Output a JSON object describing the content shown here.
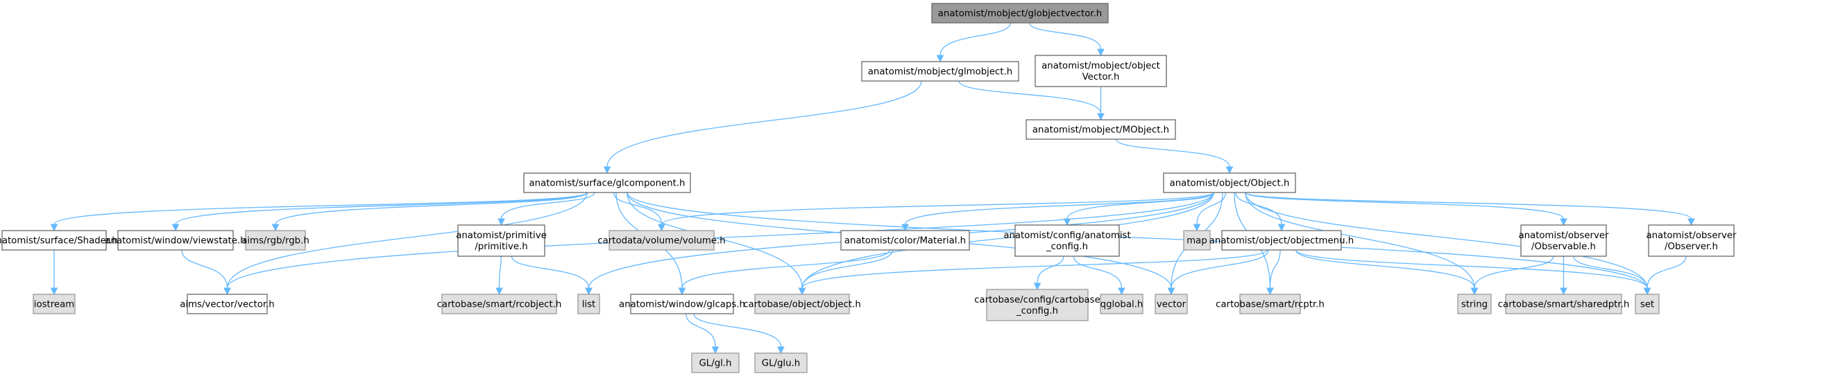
{
  "colors": {
    "root_fill": "#999999",
    "root_stroke": "#666666",
    "documented_fill": "#ffffff",
    "documented_stroke": "#666666",
    "external_fill": "#e0e0e0",
    "external_stroke": "#999999",
    "edge": "#63b8ff"
  },
  "nodes": [
    {
      "id": "n0",
      "lines": [
        "anatomist/mobject/globjectvector.h"
      ],
      "kind": "root"
    },
    {
      "id": "n1",
      "lines": [
        "anatomist/mobject/glmobject.h"
      ],
      "kind": "documented"
    },
    {
      "id": "n2",
      "lines": [
        "anatomist/mobject/object",
        "Vector.h"
      ],
      "kind": "documented"
    },
    {
      "id": "n3",
      "lines": [
        "anatomist/mobject/MObject.h"
      ],
      "kind": "documented"
    },
    {
      "id": "n4",
      "lines": [
        "anatomist/surface/glcomponent.h"
      ],
      "kind": "documented"
    },
    {
      "id": "n5",
      "lines": [
        "anatomist/object/Object.h"
      ],
      "kind": "documented"
    },
    {
      "id": "n6",
      "lines": [
        "anatomist/surface/Shader.h"
      ],
      "kind": "documented"
    },
    {
      "id": "n7",
      "lines": [
        "anatomist/window/viewstate.h"
      ],
      "kind": "documented"
    },
    {
      "id": "n8",
      "lines": [
        "aims/rgb/rgb.h"
      ],
      "kind": "external"
    },
    {
      "id": "n9",
      "lines": [
        "anatomist/primitive",
        "/primitive.h"
      ],
      "kind": "documented"
    },
    {
      "id": "n10",
      "lines": [
        "cartodata/volume/volume.h"
      ],
      "kind": "external"
    },
    {
      "id": "n11",
      "lines": [
        "anatomist/color/Material.h"
      ],
      "kind": "documented"
    },
    {
      "id": "n12",
      "lines": [
        "anatomist/config/anatomist",
        "_config.h"
      ],
      "kind": "documented"
    },
    {
      "id": "n13",
      "lines": [
        "map"
      ],
      "kind": "external"
    },
    {
      "id": "n14",
      "lines": [
        "anatomist/object/objectmenu.h"
      ],
      "kind": "documented"
    },
    {
      "id": "n15",
      "lines": [
        "anatomist/observer",
        "/Observable.h"
      ],
      "kind": "documented"
    },
    {
      "id": "n16",
      "lines": [
        "anatomist/observer",
        "/Observer.h"
      ],
      "kind": "documented"
    },
    {
      "id": "n17",
      "lines": [
        "iostream"
      ],
      "kind": "external"
    },
    {
      "id": "n18",
      "lines": [
        "aims/vector/vector.h"
      ],
      "kind": "documented"
    },
    {
      "id": "n19",
      "lines": [
        "cartobase/smart/rcobject.h"
      ],
      "kind": "external"
    },
    {
      "id": "n20",
      "lines": [
        "list"
      ],
      "kind": "external"
    },
    {
      "id": "n21",
      "lines": [
        "anatomist/window/glcaps.h"
      ],
      "kind": "documented"
    },
    {
      "id": "n22",
      "lines": [
        "cartobase/object/object.h"
      ],
      "kind": "external"
    },
    {
      "id": "n23",
      "lines": [
        "cartobase/config/cartobase",
        "_config.h"
      ],
      "kind": "external"
    },
    {
      "id": "n24",
      "lines": [
        "qglobal.h"
      ],
      "kind": "external"
    },
    {
      "id": "n25",
      "lines": [
        "vector"
      ],
      "kind": "external"
    },
    {
      "id": "n26",
      "lines": [
        "cartobase/smart/rcptr.h"
      ],
      "kind": "external"
    },
    {
      "id": "n27",
      "lines": [
        "string"
      ],
      "kind": "external"
    },
    {
      "id": "n28",
      "lines": [
        "cartobase/smart/sharedptr.h"
      ],
      "kind": "external"
    },
    {
      "id": "n29",
      "lines": [
        "set"
      ],
      "kind": "external"
    },
    {
      "id": "n30",
      "lines": [
        "GL/gl.h"
      ],
      "kind": "external"
    },
    {
      "id": "n31",
      "lines": [
        "GL/glu.h"
      ],
      "kind": "external"
    }
  ],
  "edges": [
    [
      "n0",
      "n1"
    ],
    [
      "n0",
      "n2"
    ],
    [
      "n1",
      "n4"
    ],
    [
      "n1",
      "n3"
    ],
    [
      "n2",
      "n3"
    ],
    [
      "n3",
      "n5"
    ],
    [
      "n4",
      "n6"
    ],
    [
      "n4",
      "n7"
    ],
    [
      "n4",
      "n8"
    ],
    [
      "n4",
      "n9"
    ],
    [
      "n4",
      "n10"
    ],
    [
      "n4",
      "n18"
    ],
    [
      "n4",
      "n21"
    ],
    [
      "n4",
      "n22"
    ],
    [
      "n4",
      "n25"
    ],
    [
      "n4",
      "n29"
    ],
    [
      "n5",
      "n10"
    ],
    [
      "n5",
      "n11"
    ],
    [
      "n5",
      "n12"
    ],
    [
      "n5",
      "n13"
    ],
    [
      "n5",
      "n14"
    ],
    [
      "n5",
      "n15"
    ],
    [
      "n5",
      "n16"
    ],
    [
      "n5",
      "n18"
    ],
    [
      "n5",
      "n20"
    ],
    [
      "n5",
      "n22"
    ],
    [
      "n5",
      "n25"
    ],
    [
      "n5",
      "n26"
    ],
    [
      "n5",
      "n27"
    ],
    [
      "n5",
      "n29"
    ],
    [
      "n6",
      "n17"
    ],
    [
      "n7",
      "n18"
    ],
    [
      "n9",
      "n19"
    ],
    [
      "n9",
      "n20"
    ],
    [
      "n11",
      "n21"
    ],
    [
      "n11",
      "n22"
    ],
    [
      "n12",
      "n23"
    ],
    [
      "n12",
      "n24"
    ],
    [
      "n14",
      "n22"
    ],
    [
      "n14",
      "n25"
    ],
    [
      "n14",
      "n26"
    ],
    [
      "n14",
      "n27"
    ],
    [
      "n14",
      "n29"
    ],
    [
      "n15",
      "n27"
    ],
    [
      "n15",
      "n28"
    ],
    [
      "n15",
      "n29"
    ],
    [
      "n16",
      "n29"
    ],
    [
      "n21",
      "n30"
    ],
    [
      "n21",
      "n31"
    ]
  ]
}
